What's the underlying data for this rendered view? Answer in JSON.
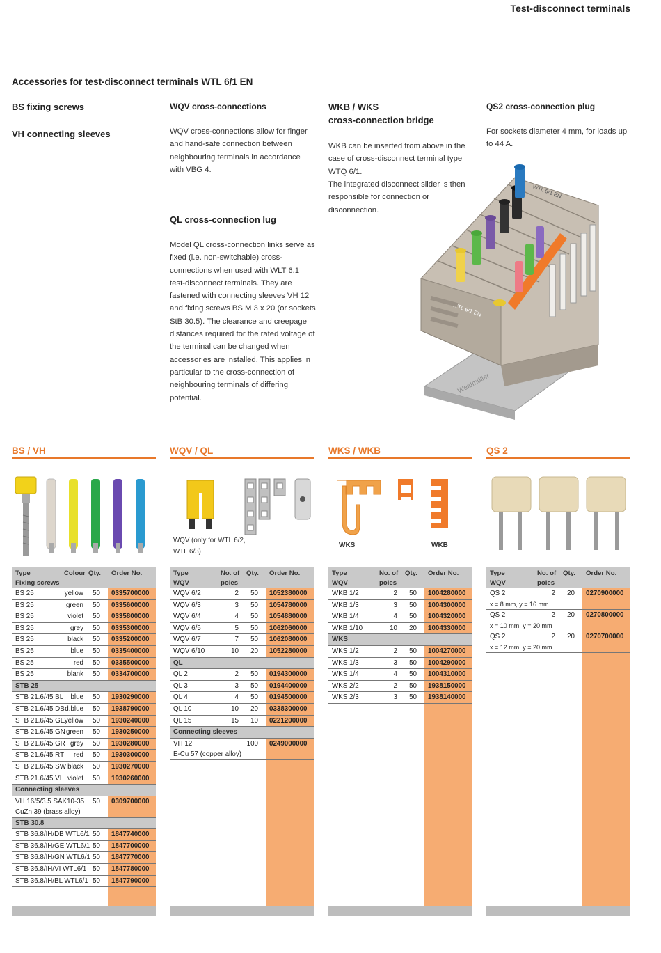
{
  "header": {
    "title": "Test-disconnect terminals"
  },
  "main_title": "Accessories for test-disconnect terminals WTL 6/1 EN",
  "col1": {
    "h1": "BS fixing screws",
    "h2": "VH connecting sleeves"
  },
  "col2": {
    "h1": "WQV cross-connections",
    "p1": "WQV cross-connections allow for finger and hand-safe connection between neighbouring terminals in accordance with VBG 4.",
    "h2": "QL cross-connection lug",
    "p2": "Model QL cross-connection links serve as fixed (i.e. non-switchable) cross-connections when used with WLT 6.1 test-disconnect terminals. They are fastened with connecting sleeves VH 12 and fixing screws BS M 3 x 20 (or sockets StB 30.5). The clearance and creepage distances required for the rated voltage of the terminal can be changed when accessories are installed. This applies in particular to the cross-connection of neighbouring terminals of differing potential."
  },
  "col3": {
    "h1": "WKB / WKS",
    "h2": "cross-connection bridge",
    "p1": "WKB can be inserted from above in the case of cross-disconnect terminal type WTQ 6/1.",
    "p2": "The integrated disconnect slider is then responsible for connection or disconnection."
  },
  "col4": {
    "h1": "QS2 cross-connection plug",
    "p1": "For sockets diameter 4 mm, for loads up to 44 A."
  },
  "product_labels": {
    "terminal_label_1": "WTL 6/1 EN",
    "terminal_label_2": "WTL 6/1 EN",
    "rail_label": "Weidmüller"
  },
  "sections": {
    "s1": "BS / VH",
    "s2": "WQV / QL",
    "s3": "WKS / WKB",
    "s4": "QS 2"
  },
  "captions": {
    "wqv_note": "WQV (only for WTL 6/2, WTL 6/3)",
    "wks": "WKS",
    "wkb": "WKB"
  },
  "colors": {
    "accent": "#e8782a",
    "order_col": "#f6ac72",
    "header_gray": "#c9c9c9"
  },
  "t1": {
    "headers": {
      "type": "Type",
      "colour": "Colour",
      "qty": "Qty.",
      "order": "Order No.",
      "sub": "Fixing screws"
    },
    "rows": [
      {
        "kind": "row",
        "type": "BS 25",
        "colour": "yellow",
        "qty": "50",
        "order": "0335700000"
      },
      {
        "kind": "row",
        "type": "BS 25",
        "colour": "green",
        "qty": "50",
        "order": "0335600000"
      },
      {
        "kind": "row",
        "type": "BS 25",
        "colour": "violet",
        "qty": "50",
        "order": "0335800000"
      },
      {
        "kind": "row",
        "type": "BS 25",
        "colour": "grey",
        "qty": "50",
        "order": "0335300000"
      },
      {
        "kind": "row",
        "type": "BS 25",
        "colour": "black",
        "qty": "50",
        "order": "0335200000"
      },
      {
        "kind": "row",
        "type": "BS 25",
        "colour": "blue",
        "qty": "50",
        "order": "0335400000"
      },
      {
        "kind": "row",
        "type": "BS 25",
        "colour": "red",
        "qty": "50",
        "order": "0335500000"
      },
      {
        "kind": "row",
        "type": "BS 25",
        "colour": "blank",
        "qty": "50",
        "order": "0334700000"
      },
      {
        "kind": "sub",
        "label": "STB 25"
      },
      {
        "kind": "row",
        "type": "STB 21.6/45 BL",
        "colour": "blue",
        "qty": "50",
        "order": "1930290000"
      },
      {
        "kind": "row",
        "type": "STB 21.6/45 DB",
        "colour": "d.blue",
        "qty": "50",
        "order": "1938790000"
      },
      {
        "kind": "row",
        "type": "STB 21.6/45 GE",
        "colour": "yellow",
        "qty": "50",
        "order": "1930240000"
      },
      {
        "kind": "row",
        "type": "STB 21.6/45 GN",
        "colour": "green",
        "qty": "50",
        "order": "1930250000"
      },
      {
        "kind": "row",
        "type": "STB 21.6/45 GR",
        "colour": "grey",
        "qty": "50",
        "order": "1930280000"
      },
      {
        "kind": "row",
        "type": "STB 21.6/45 RT",
        "colour": "red",
        "qty": "50",
        "order": "1930300000"
      },
      {
        "kind": "row",
        "type": "STB 21.6/45 SW",
        "colour": "black",
        "qty": "50",
        "order": "1930270000"
      },
      {
        "kind": "row",
        "type": "STB 21.6/45 VI",
        "colour": "violet",
        "qty": "50",
        "order": "1930260000"
      },
      {
        "kind": "sub",
        "label": "Connecting sleeves"
      },
      {
        "kind": "row2",
        "type": "VH 16/5/3.5 SAK10-35",
        "type2": "CuZn 39 (brass alloy)",
        "colour": "",
        "qty": "50",
        "order": "0309700000"
      },
      {
        "kind": "sub",
        "label": "STB 30.8"
      },
      {
        "kind": "row",
        "type": "STB 36.8/IH/DB WTL6/1",
        "colour": "",
        "qty": "50",
        "order": "1847740000"
      },
      {
        "kind": "row",
        "type": "STB 36.8/IH/GE WTL6/1",
        "colour": "",
        "qty": "50",
        "order": "1847700000"
      },
      {
        "kind": "row",
        "type": "STB 36.8/IH/GN WTL6/1",
        "colour": "",
        "qty": "50",
        "order": "1847770000"
      },
      {
        "kind": "row",
        "type": "STB 36.8/IH/VI WTL6/1",
        "colour": "",
        "qty": "50",
        "order": "1847780000"
      },
      {
        "kind": "row",
        "type": "STB 36.8/IH/BL WTL6/1",
        "colour": "",
        "qty": "50",
        "order": "1847790000"
      }
    ]
  },
  "t2": {
    "headers": {
      "type": "Type",
      "poles": "No. of poles",
      "qty": "Qty.",
      "order": "Order No.",
      "sub": "WQV"
    },
    "rows": [
      {
        "kind": "row",
        "type": "WQV 6/2",
        "poles": "2",
        "qty": "50",
        "order": "1052380000"
      },
      {
        "kind": "row",
        "type": "WQV 6/3",
        "poles": "3",
        "qty": "50",
        "order": "1054780000"
      },
      {
        "kind": "row",
        "type": "WQV 6/4",
        "poles": "4",
        "qty": "50",
        "order": "1054880000"
      },
      {
        "kind": "row",
        "type": "WQV 6/5",
        "poles": "5",
        "qty": "50",
        "order": "1062060000"
      },
      {
        "kind": "row",
        "type": "WQV 6/7",
        "poles": "7",
        "qty": "50",
        "order": "1062080000"
      },
      {
        "kind": "row",
        "type": "WQV 6/10",
        "poles": "10",
        "qty": "20",
        "order": "1052280000"
      },
      {
        "kind": "sub",
        "label": "QL"
      },
      {
        "kind": "row",
        "type": "QL 2",
        "poles": "2",
        "qty": "50",
        "order": "0194300000"
      },
      {
        "kind": "row",
        "type": "QL 3",
        "poles": "3",
        "qty": "50",
        "order": "0194400000"
      },
      {
        "kind": "row",
        "type": "QL 4",
        "poles": "4",
        "qty": "50",
        "order": "0194500000"
      },
      {
        "kind": "row",
        "type": "QL 10",
        "poles": "10",
        "qty": "20",
        "order": "0338300000"
      },
      {
        "kind": "row",
        "type": "QL 15",
        "poles": "15",
        "qty": "10",
        "order": "0221200000"
      },
      {
        "kind": "sub",
        "label": "Connecting sleeves"
      },
      {
        "kind": "row2",
        "type": "VH 12",
        "type2": "E-Cu 57 (copper alloy)",
        "poles": "",
        "qty": "100",
        "order": "0249000000"
      }
    ]
  },
  "t3": {
    "headers": {
      "type": "Type",
      "poles": "No. of poles",
      "qty": "Qty.",
      "order": "Order No.",
      "sub": "WQV"
    },
    "rows": [
      {
        "kind": "row",
        "type": "WKB 1/2",
        "poles": "2",
        "qty": "50",
        "order": "1004280000"
      },
      {
        "kind": "row",
        "type": "WKB 1/3",
        "poles": "3",
        "qty": "50",
        "order": "1004300000"
      },
      {
        "kind": "row",
        "type": "WKB 1/4",
        "poles": "4",
        "qty": "50",
        "order": "1004320000"
      },
      {
        "kind": "row",
        "type": "WKB 1/10",
        "poles": "10",
        "qty": "20",
        "order": "1004330000"
      },
      {
        "kind": "sub",
        "label": "WKS"
      },
      {
        "kind": "row",
        "type": "WKS 1/2",
        "poles": "2",
        "qty": "50",
        "order": "1004270000"
      },
      {
        "kind": "row",
        "type": "WKS 1/3",
        "poles": "3",
        "qty": "50",
        "order": "1004290000"
      },
      {
        "kind": "row",
        "type": "WKS 1/4",
        "poles": "4",
        "qty": "50",
        "order": "1004310000"
      },
      {
        "kind": "row",
        "type": "WKS 2/2",
        "poles": "2",
        "qty": "50",
        "order": "1938150000"
      },
      {
        "kind": "row",
        "type": "WKS 2/3",
        "poles": "3",
        "qty": "50",
        "order": "1938140000"
      }
    ]
  },
  "t4": {
    "headers": {
      "type": "Type",
      "poles": "No. of poles",
      "qty": "Qty.",
      "order": "Order No.",
      "sub": "WQV"
    },
    "rows": [
      {
        "type": "QS 2",
        "type2": "x = 8 mm, y = 16 mm",
        "poles": "2",
        "qty": "20",
        "order": "0270900000"
      },
      {
        "type": "QS 2",
        "type2": "x = 10 mm, y = 20 mm",
        "poles": "2",
        "qty": "20",
        "order": "0270800000"
      },
      {
        "type": "QS 2",
        "type2": "x = 12 mm, y = 20 mm",
        "poles": "2",
        "qty": "20",
        "order": "0270700000"
      }
    ]
  }
}
